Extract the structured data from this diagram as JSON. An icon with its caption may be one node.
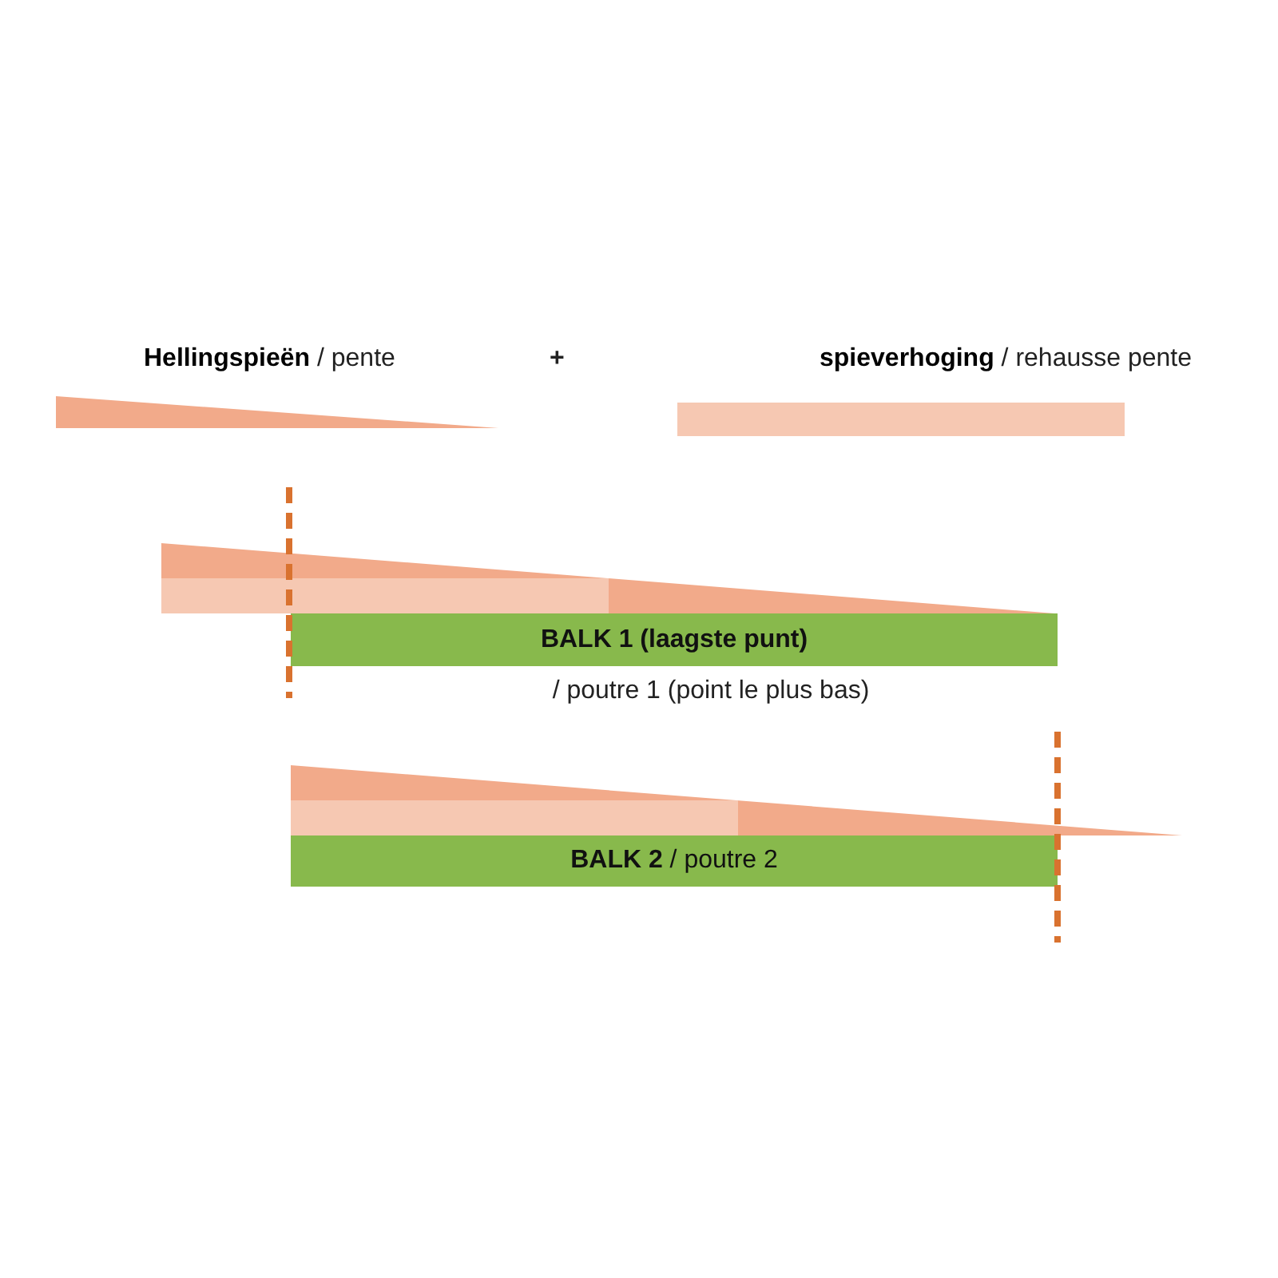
{
  "diagram": {
    "nodes": [
      {
        "text": [
          "BALK 1 (laagste punt)"
        ],
        "beside": [
          "/ poutre 1 (point le plus bas)"
        ]
      },
      {
        "text": [
          "**BALK 2** / poutre 2"
        ]
      }
    ],
    "labels": [
      "**Hellingspieën** / pente",
      "+",
      "**spieverhoging** / rehausse pente"
    ]
  }
}
